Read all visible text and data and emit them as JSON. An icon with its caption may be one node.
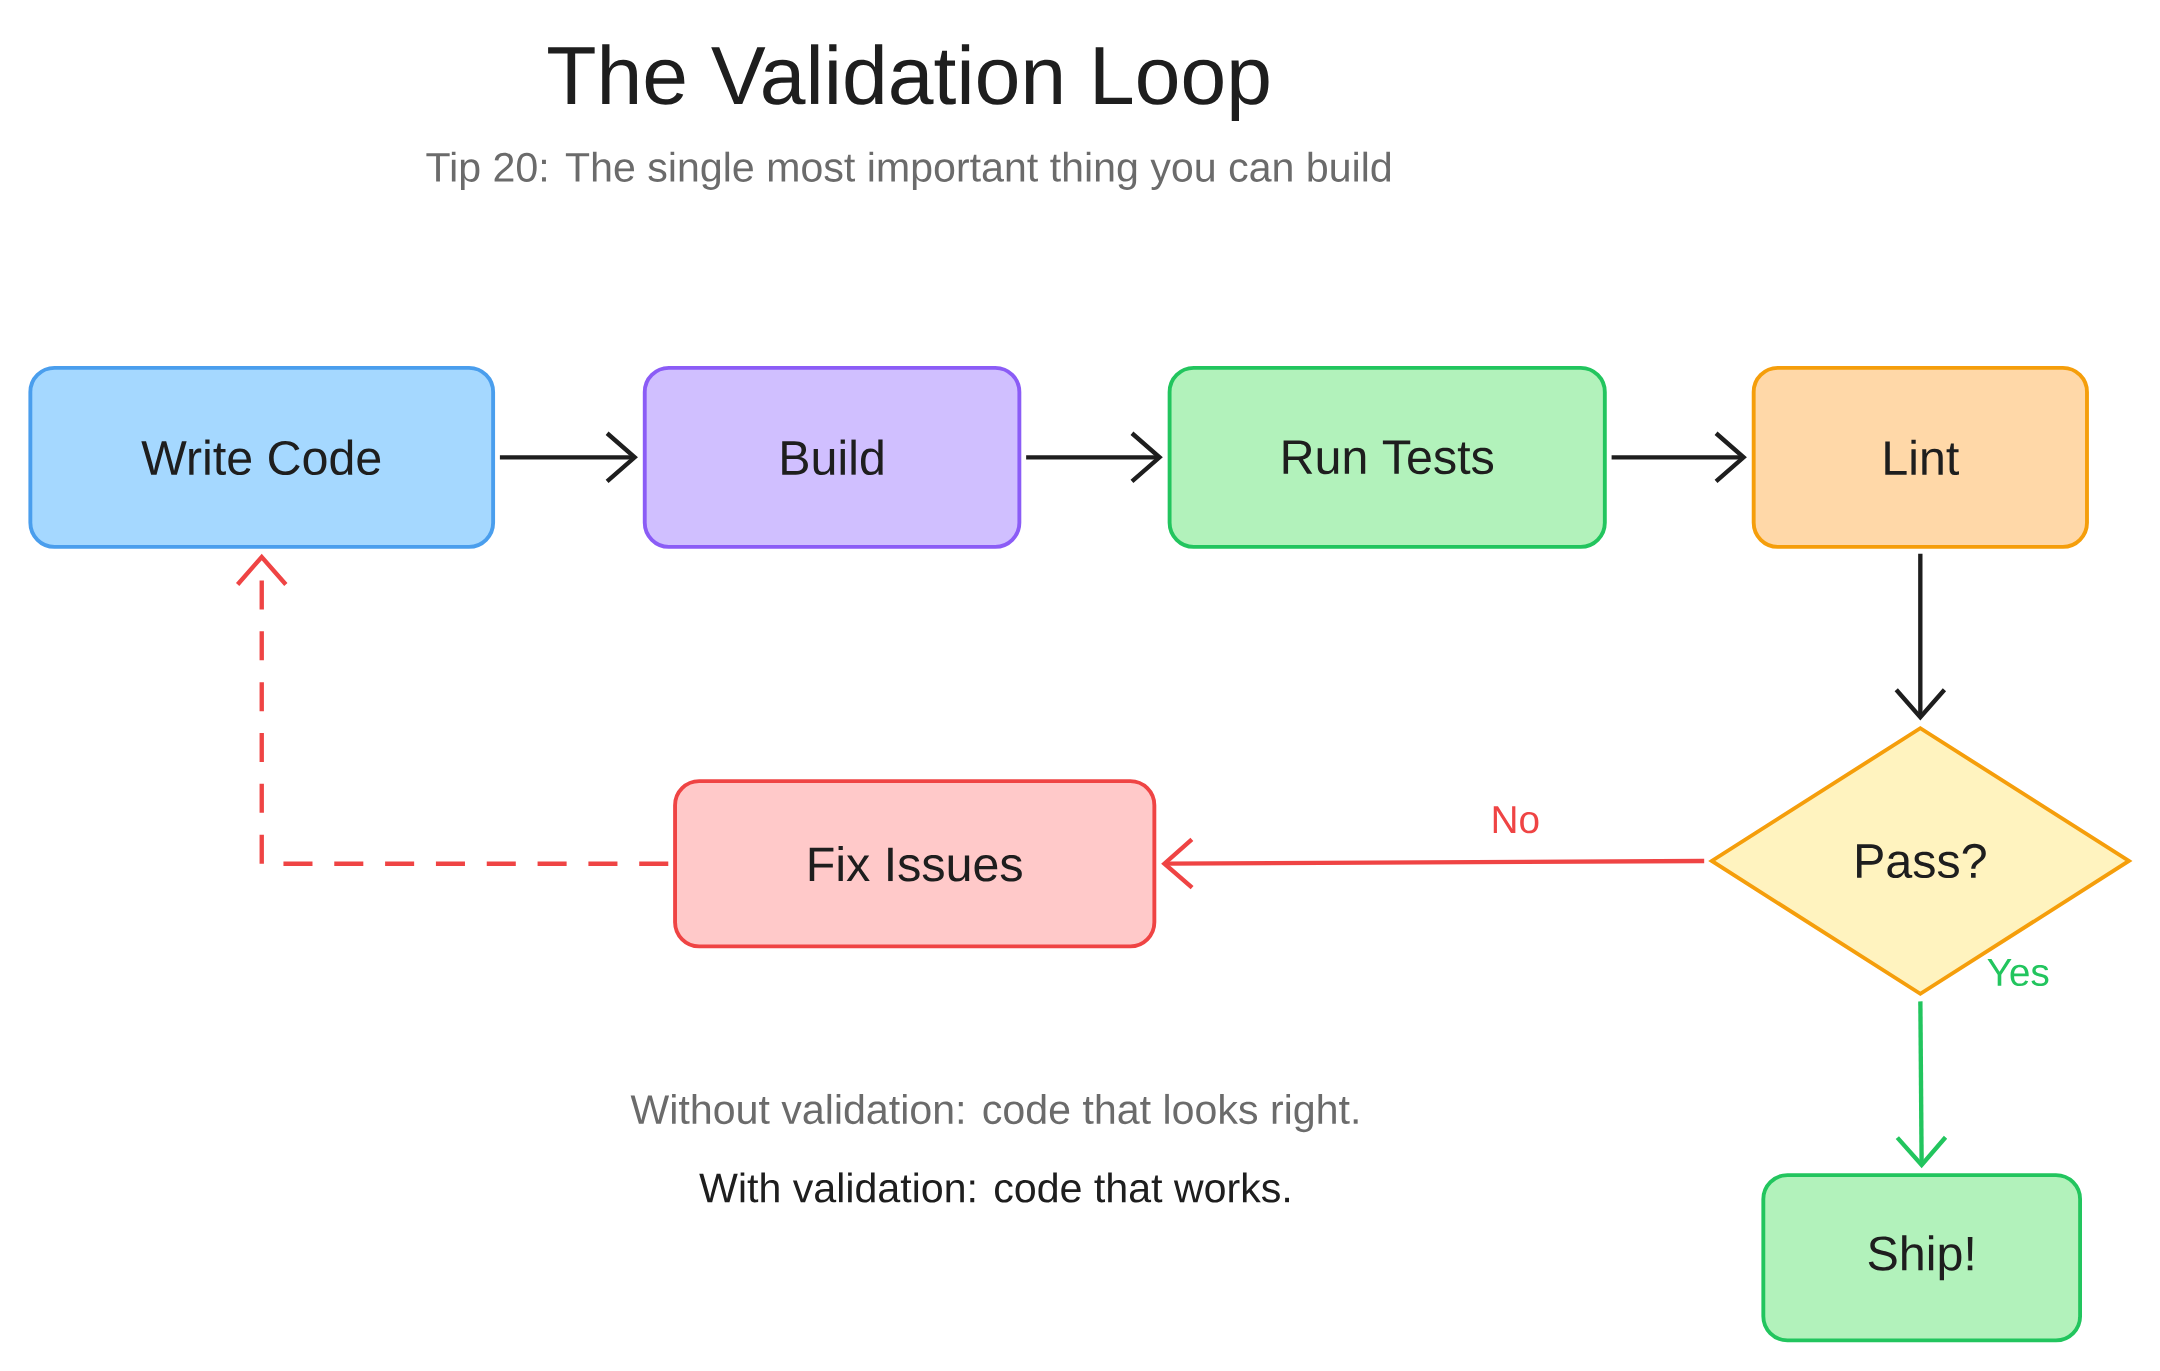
{
  "diagram": {
    "title": "The Validation Loop",
    "nodes": [
      {
        "text": [
          "Write Code"
        ]
      },
      {
        "text": [
          "Build"
        ]
      },
      {
        "text": [
          "Run Tests"
        ]
      },
      {
        "text": [
          "Lint"
        ]
      },
      {
        "text": [
          "Pass?"
        ]
      },
      {
        "text": [
          "Fix Issues"
        ]
      },
      {
        "text": [
          "Ship!"
        ]
      }
    ],
    "edges": [
      {
        "from": 0,
        "to": 1,
        "arrow": "to"
      },
      {
        "from": 1,
        "to": 2,
        "arrow": "to"
      },
      {
        "from": 2,
        "to": 3,
        "arrow": "to"
      },
      {
        "from": 3,
        "to": 4,
        "arrow": "to"
      },
      {
        "from": 4,
        "to": 5,
        "arrow": "to",
        "label": "No",
        "color": "#ef4444"
      },
      {
        "from": 4,
        "to": 6,
        "arrow": "to",
        "label": "Yes",
        "color": "#22c55e"
      },
      {
        "from": 5,
        "to": 0,
        "arrow": "to",
        "style": "dashed",
        "color": "#ef4444"
      }
    ],
    "labels": [
      "Tip 20: The single most important thing you can build",
      "Without validation: code that looks right.",
      "With validation: code that works."
    ]
  }
}
